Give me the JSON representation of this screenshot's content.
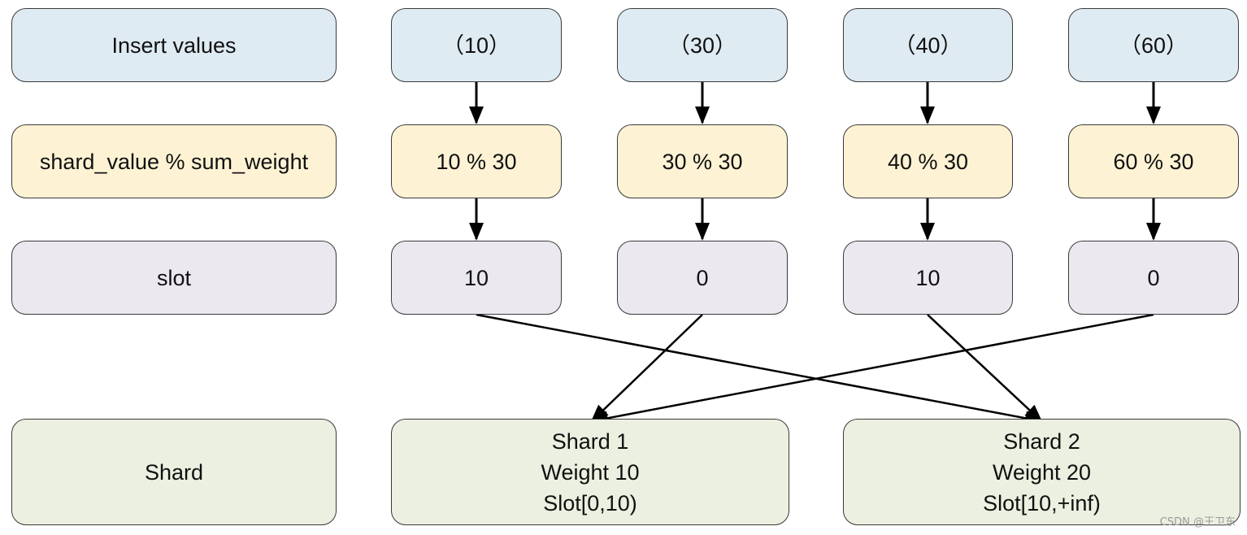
{
  "rows": {
    "insert_label": "Insert values",
    "modulo_label": "shard_value % sum_weight",
    "slot_label": "slot",
    "shard_label": "Shard"
  },
  "inserts": [
    "（10）",
    "（30）",
    "（40）",
    "（60）"
  ],
  "modulo": [
    "10 % 30",
    "30 % 30",
    "40 % 30",
    "60 % 30"
  ],
  "slots": [
    "10",
    "0",
    "10",
    "0"
  ],
  "shards": [
    {
      "name": "Shard 1",
      "weight": "Weight 10",
      "range": "Slot[0,10)"
    },
    {
      "name": "Shard 2",
      "weight": "Weight 20",
      "range": "Slot[10,+inf)"
    }
  ],
  "slot_to_shard": [
    2,
    1,
    2,
    1
  ],
  "colors": {
    "insert_fill": "#deebf2",
    "modulo_fill": "#fdf3d4",
    "slot_fill": "#ebe8f0",
    "shard_fill": "#ebf0e0",
    "arrow": "#000000"
  },
  "watermark": "CSDN @王卫东"
}
